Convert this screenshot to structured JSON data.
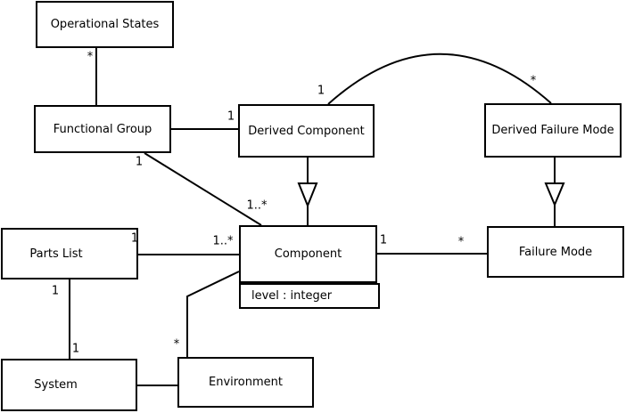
{
  "diagram": {
    "kind": "uml-class-diagram",
    "colors": {
      "background": "#ffffff",
      "stroke": "#000000",
      "box_fill": "#ffffff"
    },
    "boxes": {
      "operational_states": {
        "label": "Operational States"
      },
      "functional_group": {
        "label": "Functional Group"
      },
      "derived_component": {
        "label": "Derived Component"
      },
      "derived_failure_mode": {
        "label": "Derived Failure Mode"
      },
      "parts_list": {
        "label": "Parts List"
      },
      "component": {
        "label": "Component",
        "attribute": "level : integer"
      },
      "failure_mode": {
        "label": "Failure Mode"
      },
      "system": {
        "label": "System"
      },
      "environment": {
        "label": "Environment"
      }
    },
    "multiplicities": {
      "operational_states_end": "*",
      "derived_component_left_end": "1",
      "functional_group_lower_end": "1",
      "component_upper_end": "1..*",
      "arc_derived_component_end": "1",
      "arc_derived_failure_mode_end": "*",
      "parts_list_right_end": "1",
      "component_left_end": "1..*",
      "component_right_end": "1",
      "failure_mode_left_end": "*",
      "parts_list_bottom_end": "1",
      "system_top_end": "1",
      "environment_top_end": "*"
    }
  }
}
